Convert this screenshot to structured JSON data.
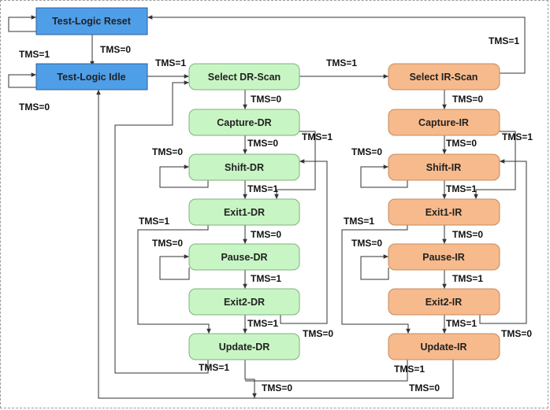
{
  "colors": {
    "blue_fill": "#4f9ee8",
    "blue_stroke": "#2f5f9a",
    "green_fill": "#c8f5c4",
    "green_stroke": "#7db27d",
    "orange_fill": "#f7ba8c",
    "orange_stroke": "#c78a5c",
    "line": "#333333"
  },
  "states": {
    "tlr": "Test-Logic Reset",
    "idle": "Test-Logic Idle",
    "sel_dr": "Select DR-Scan",
    "cap_dr": "Capture-DR",
    "shift_dr": "Shift-DR",
    "exit1_dr": "Exit1-DR",
    "pause_dr": "Pause-DR",
    "exit2_dr": "Exit2-DR",
    "upd_dr": "Update-DR",
    "sel_ir": "Select IR-Scan",
    "cap_ir": "Capture-IR",
    "shift_ir": "Shift-IR",
    "exit1_ir": "Exit1-IR",
    "pause_ir": "Pause-IR",
    "exit2_ir": "Exit2-IR",
    "upd_ir": "Update-IR"
  },
  "edges": {
    "tms0": "TMS=0",
    "tms1": "TMS=1"
  }
}
